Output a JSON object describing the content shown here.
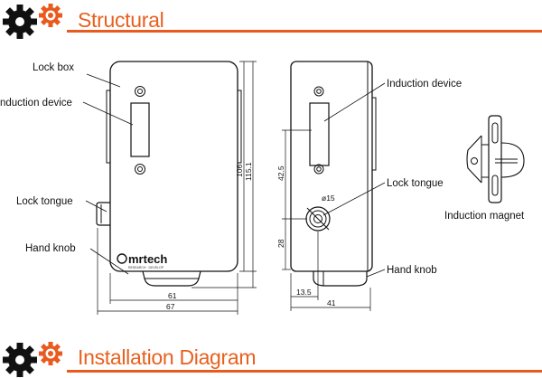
{
  "sections": {
    "structural_title": "Structural",
    "installation_title": "Installation Diagram"
  },
  "labels": {
    "lock_box": "Lock box",
    "induction_device_left": "nduction device",
    "lock_tongue_left": "Lock tongue",
    "hand_knob_left": "Hand knob",
    "induction_device_right": "Induction device",
    "lock_tongue_right": "Lock tongue",
    "hand_knob_right": "Hand knob",
    "induction_magnet": "Induction magnet"
  },
  "dimensions": {
    "front_width_inner": "61",
    "front_width_outer": "67",
    "front_height_inner": "106",
    "front_height_outer": "115.1",
    "side_upper_height": "42.5",
    "side_lower_height": "28",
    "side_diameter": "ø15",
    "side_offset": "13.5",
    "side_width": "41"
  },
  "brand": {
    "name": "mrtech",
    "tagline": "RESEARCH · DEVELOP"
  },
  "colors": {
    "accent": "#e85a1e",
    "line": "#111111"
  }
}
